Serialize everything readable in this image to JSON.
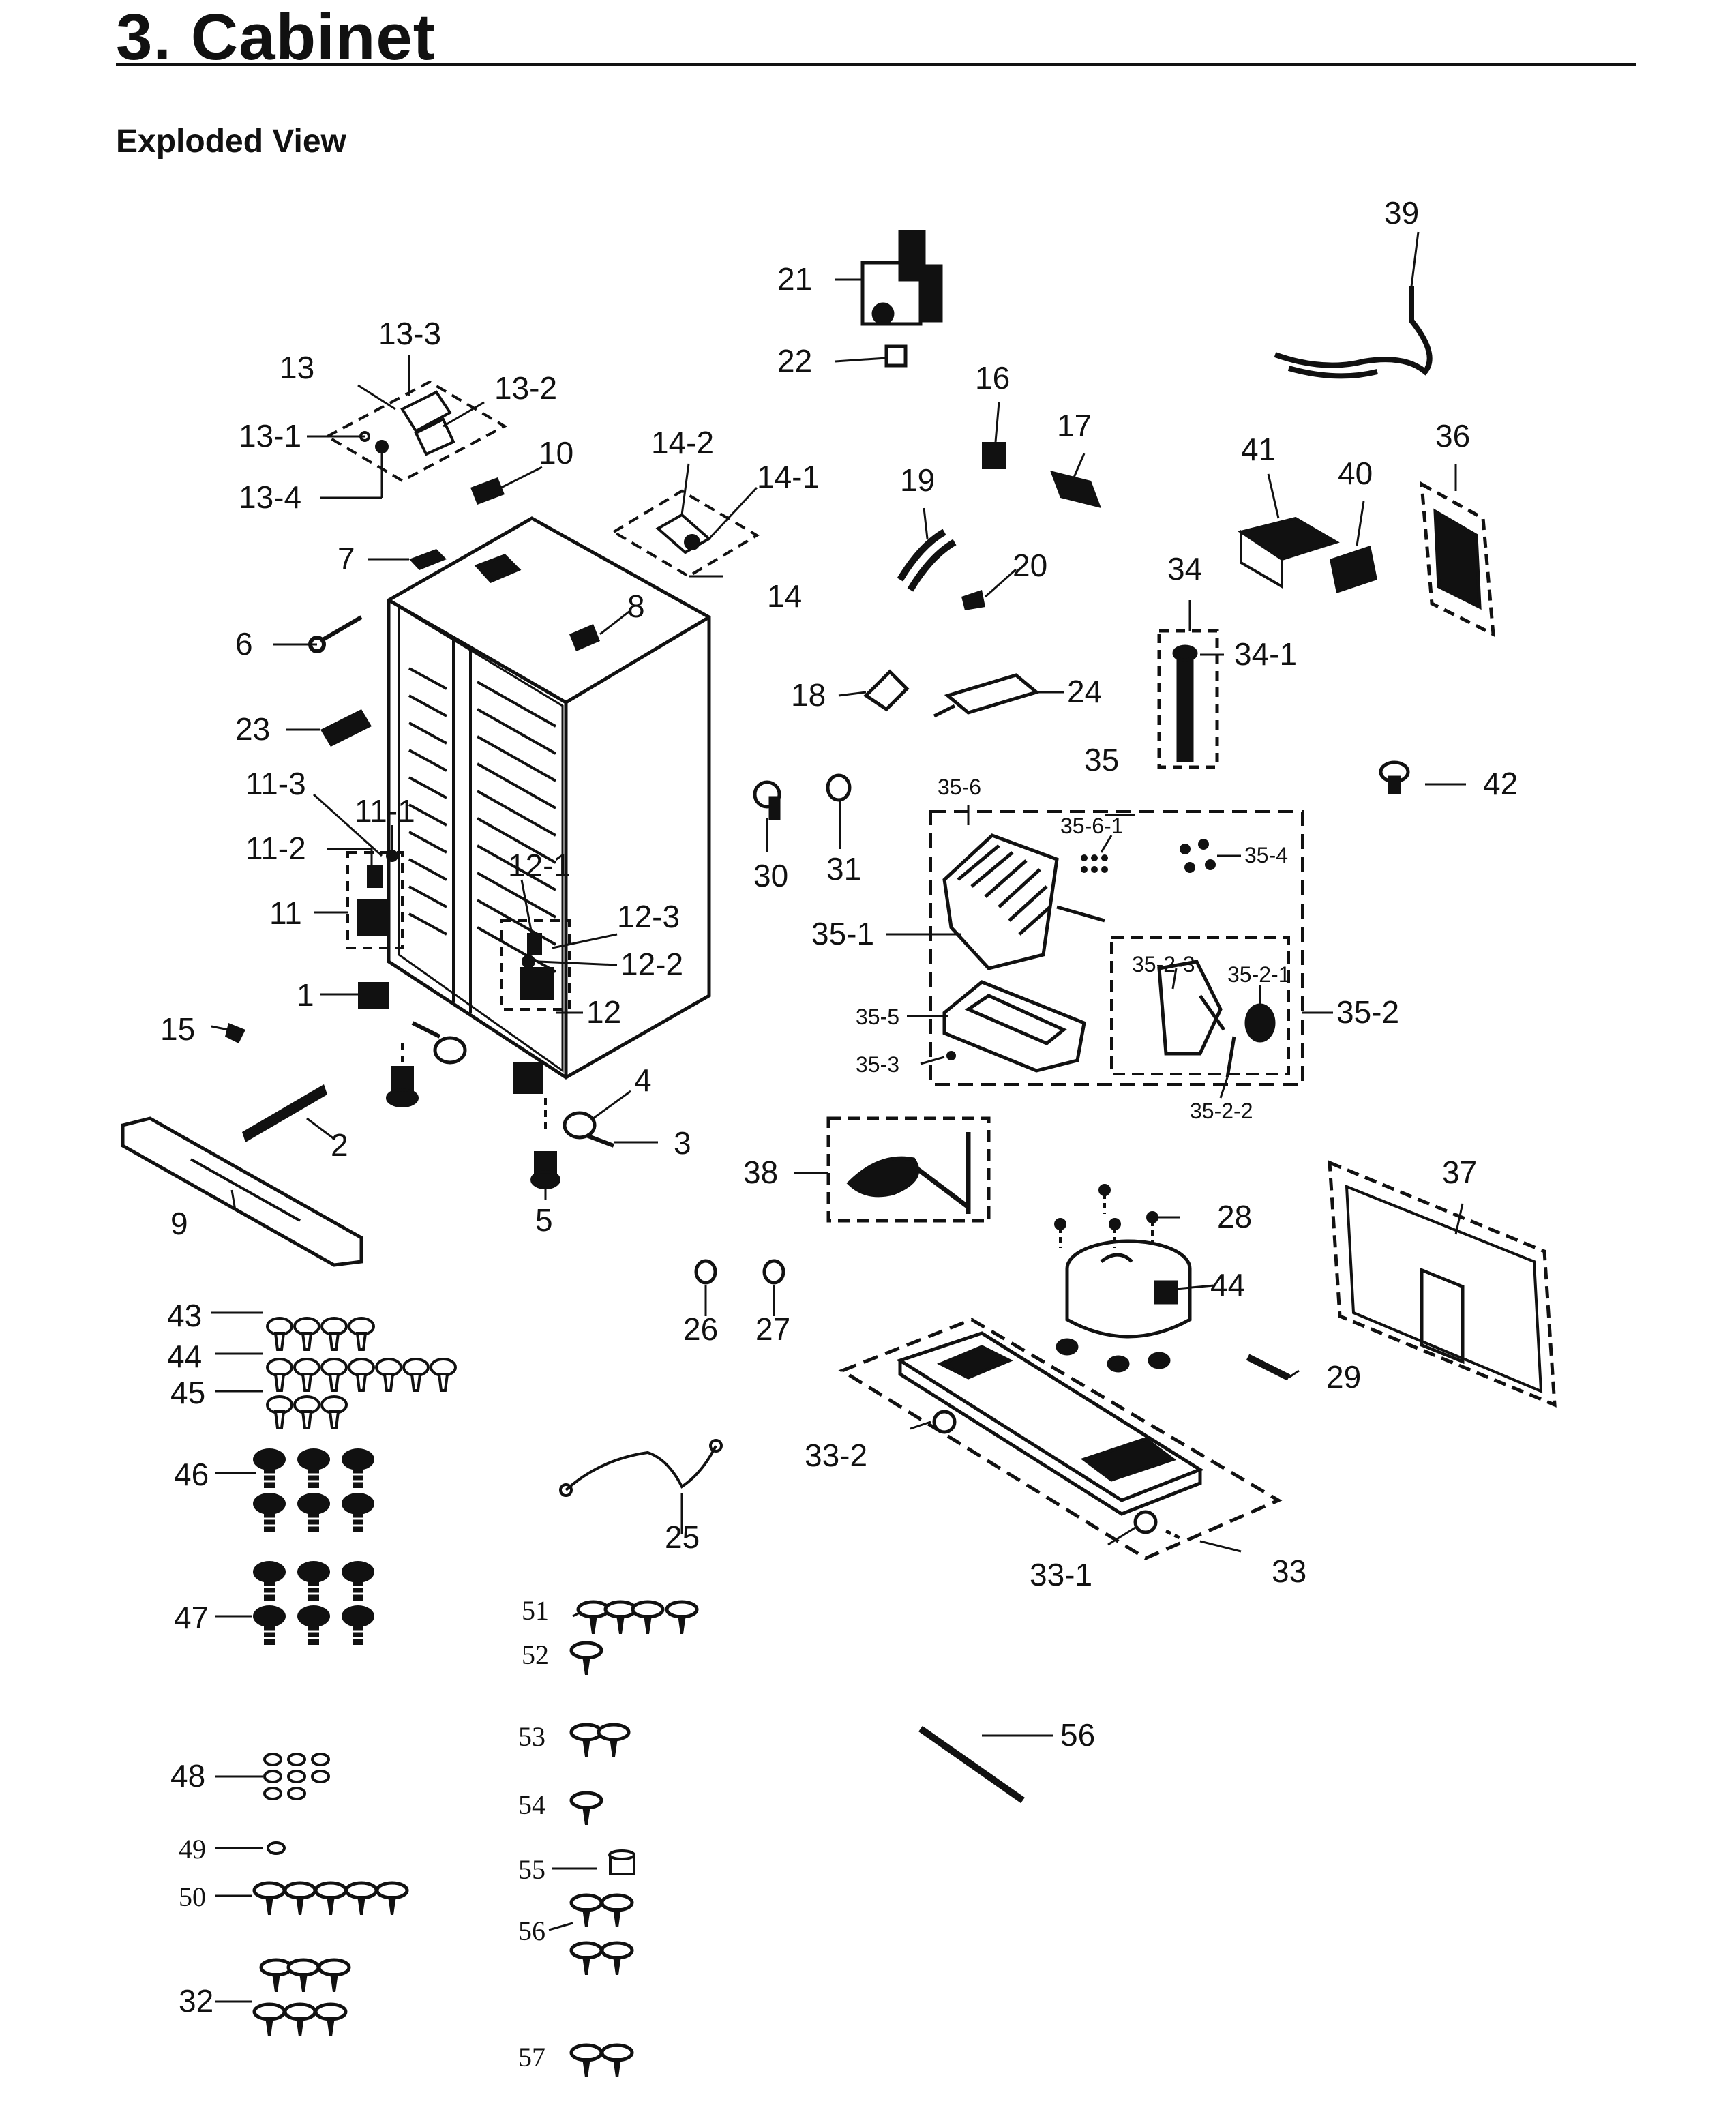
{
  "page": {
    "title": "3.  Cabinet",
    "subtitle": "Exploded View"
  },
  "labels": {
    "l39": "39",
    "l21": "21",
    "l22": "22",
    "l16": "16",
    "l17": "17",
    "l36": "36",
    "l41": "41",
    "l40": "40",
    "l19": "19",
    "l20": "20",
    "l34": "34",
    "l34_1": "34-1",
    "l13_3": "13-3",
    "l13": "13",
    "l13_2": "13-2",
    "l13_1": "13-1",
    "l13_4": "13-4",
    "l10": "10",
    "l14_2": "14-2",
    "l14_1": "14-1",
    "l14": "14",
    "l7": "7",
    "l8": "8",
    "l6": "6",
    "l23": "23",
    "l18": "18",
    "l24": "24",
    "l35": "35",
    "l35_6": "35-6",
    "l35_6_1": "35-6-1",
    "l35_4": "35-4",
    "l42": "42",
    "l11_3": "11-3",
    "l11_1": "11-1",
    "l11_2": "11-2",
    "l12_1": "12-1",
    "l11": "11",
    "l12_3": "12-3",
    "l12_2": "12-2",
    "l1": "1",
    "l12": "12",
    "l15": "15",
    "l30": "30",
    "l31": "31",
    "l35_1": "35-1",
    "l35_2_3": "35-2-3",
    "l35_2_1": "35-2-1",
    "l35_2": "35-2",
    "l35_5": "35-5",
    "l35_3": "35-3",
    "l35_2_2": "35-2-2",
    "l4": "4",
    "l2": "2",
    "l3": "3",
    "l9": "9",
    "l5": "5",
    "l38": "38",
    "l37": "37",
    "l28": "28",
    "l44b": "44",
    "l26": "26",
    "l27": "27",
    "l29": "29",
    "l43": "43",
    "l44": "44",
    "l45": "45",
    "l46": "46",
    "l33_2": "33-2",
    "l25": "25",
    "l47": "47",
    "l33_1": "33-1",
    "l33": "33",
    "l51": "51",
    "l52": "52",
    "l53": "53",
    "l56b": "56",
    "l48": "48",
    "l54": "54",
    "l49": "49",
    "l55": "55",
    "l50": "50",
    "l56": "56",
    "l32": "32",
    "l57": "57"
  }
}
